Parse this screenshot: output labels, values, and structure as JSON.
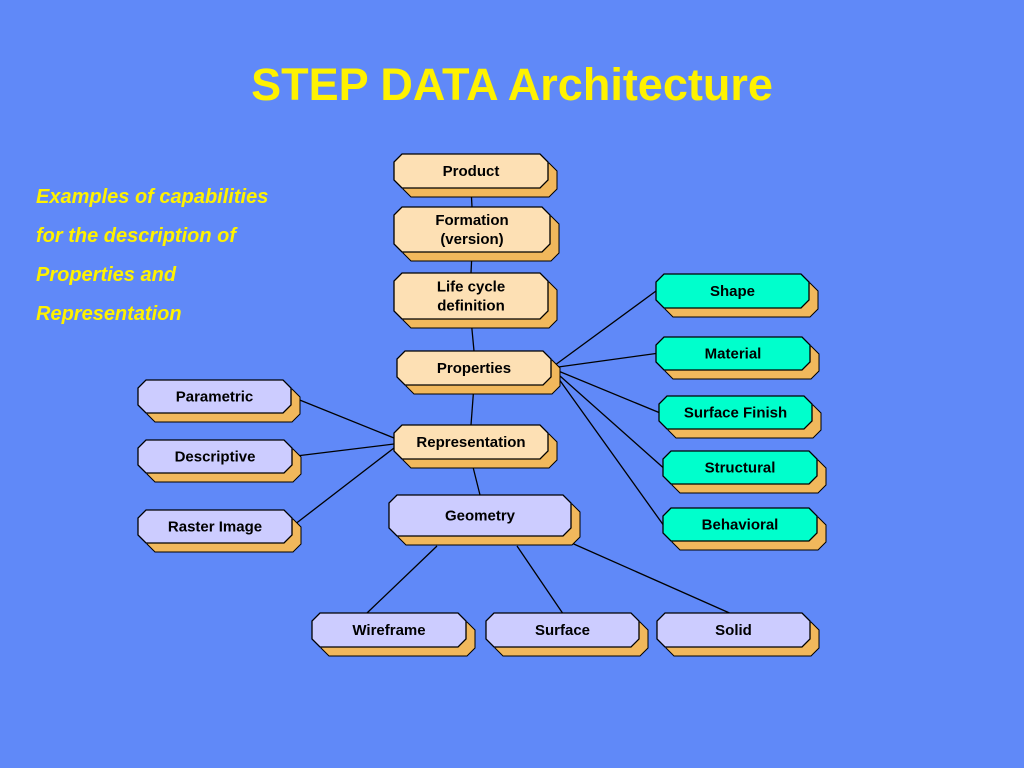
{
  "title": "STEP DATA Architecture",
  "subtitle_lines": [
    "Examples of capabilities",
    "for the description of",
    "Properties and",
    "Representation"
  ],
  "colors": {
    "background": "#6089f8",
    "title": "#fff200",
    "node_orange": "#fde0b4",
    "node_orange_shadow": "#f1b85c",
    "node_lavender": "#ccccff",
    "node_lavender_shadow": "#f1b85c",
    "node_teal": "#00ffcc",
    "node_teal_shadow": "#f1b85c",
    "line": "#000000"
  },
  "nodes": {
    "product": {
      "label": [
        "Product"
      ],
      "color": "orange"
    },
    "formation": {
      "label": [
        "Formation",
        "(version)"
      ],
      "color": "orange"
    },
    "lifecycle": {
      "label": [
        "Life cycle",
        "definition"
      ],
      "color": "orange"
    },
    "properties": {
      "label": [
        "Properties"
      ],
      "color": "orange"
    },
    "representation": {
      "label": [
        "Representation"
      ],
      "color": "orange"
    },
    "geometry": {
      "label": [
        "Geometry"
      ],
      "color": "lavender"
    },
    "parametric": {
      "label": [
        "Parametric"
      ],
      "color": "lavender"
    },
    "descriptive": {
      "label": [
        "Descriptive"
      ],
      "color": "lavender"
    },
    "raster": {
      "label": [
        "Raster Image"
      ],
      "color": "lavender"
    },
    "wireframe": {
      "label": [
        "Wireframe"
      ],
      "color": "lavender"
    },
    "surface": {
      "label": [
        "Surface"
      ],
      "color": "lavender"
    },
    "solid": {
      "label": [
        "Solid"
      ],
      "color": "lavender"
    },
    "shape": {
      "label": [
        "Shape"
      ],
      "color": "teal"
    },
    "material": {
      "label": [
        "Material"
      ],
      "color": "teal"
    },
    "surface_finish": {
      "label": [
        "Surface Finish"
      ],
      "color": "teal"
    },
    "structural": {
      "label": [
        "Structural"
      ],
      "color": "teal"
    },
    "behavioral": {
      "label": [
        "Behavioral"
      ],
      "color": "teal"
    }
  },
  "edges": [
    [
      "product",
      "formation"
    ],
    [
      "formation",
      "lifecycle"
    ],
    [
      "lifecycle",
      "properties"
    ],
    [
      "properties",
      "representation"
    ],
    [
      "representation",
      "geometry"
    ],
    [
      "properties",
      "shape"
    ],
    [
      "properties",
      "material"
    ],
    [
      "properties",
      "surface_finish"
    ],
    [
      "properties",
      "structural"
    ],
    [
      "properties",
      "behavioral"
    ],
    [
      "representation",
      "parametric"
    ],
    [
      "representation",
      "descriptive"
    ],
    [
      "representation",
      "raster"
    ],
    [
      "geometry",
      "wireframe"
    ],
    [
      "geometry",
      "surface"
    ],
    [
      "geometry",
      "solid"
    ]
  ]
}
